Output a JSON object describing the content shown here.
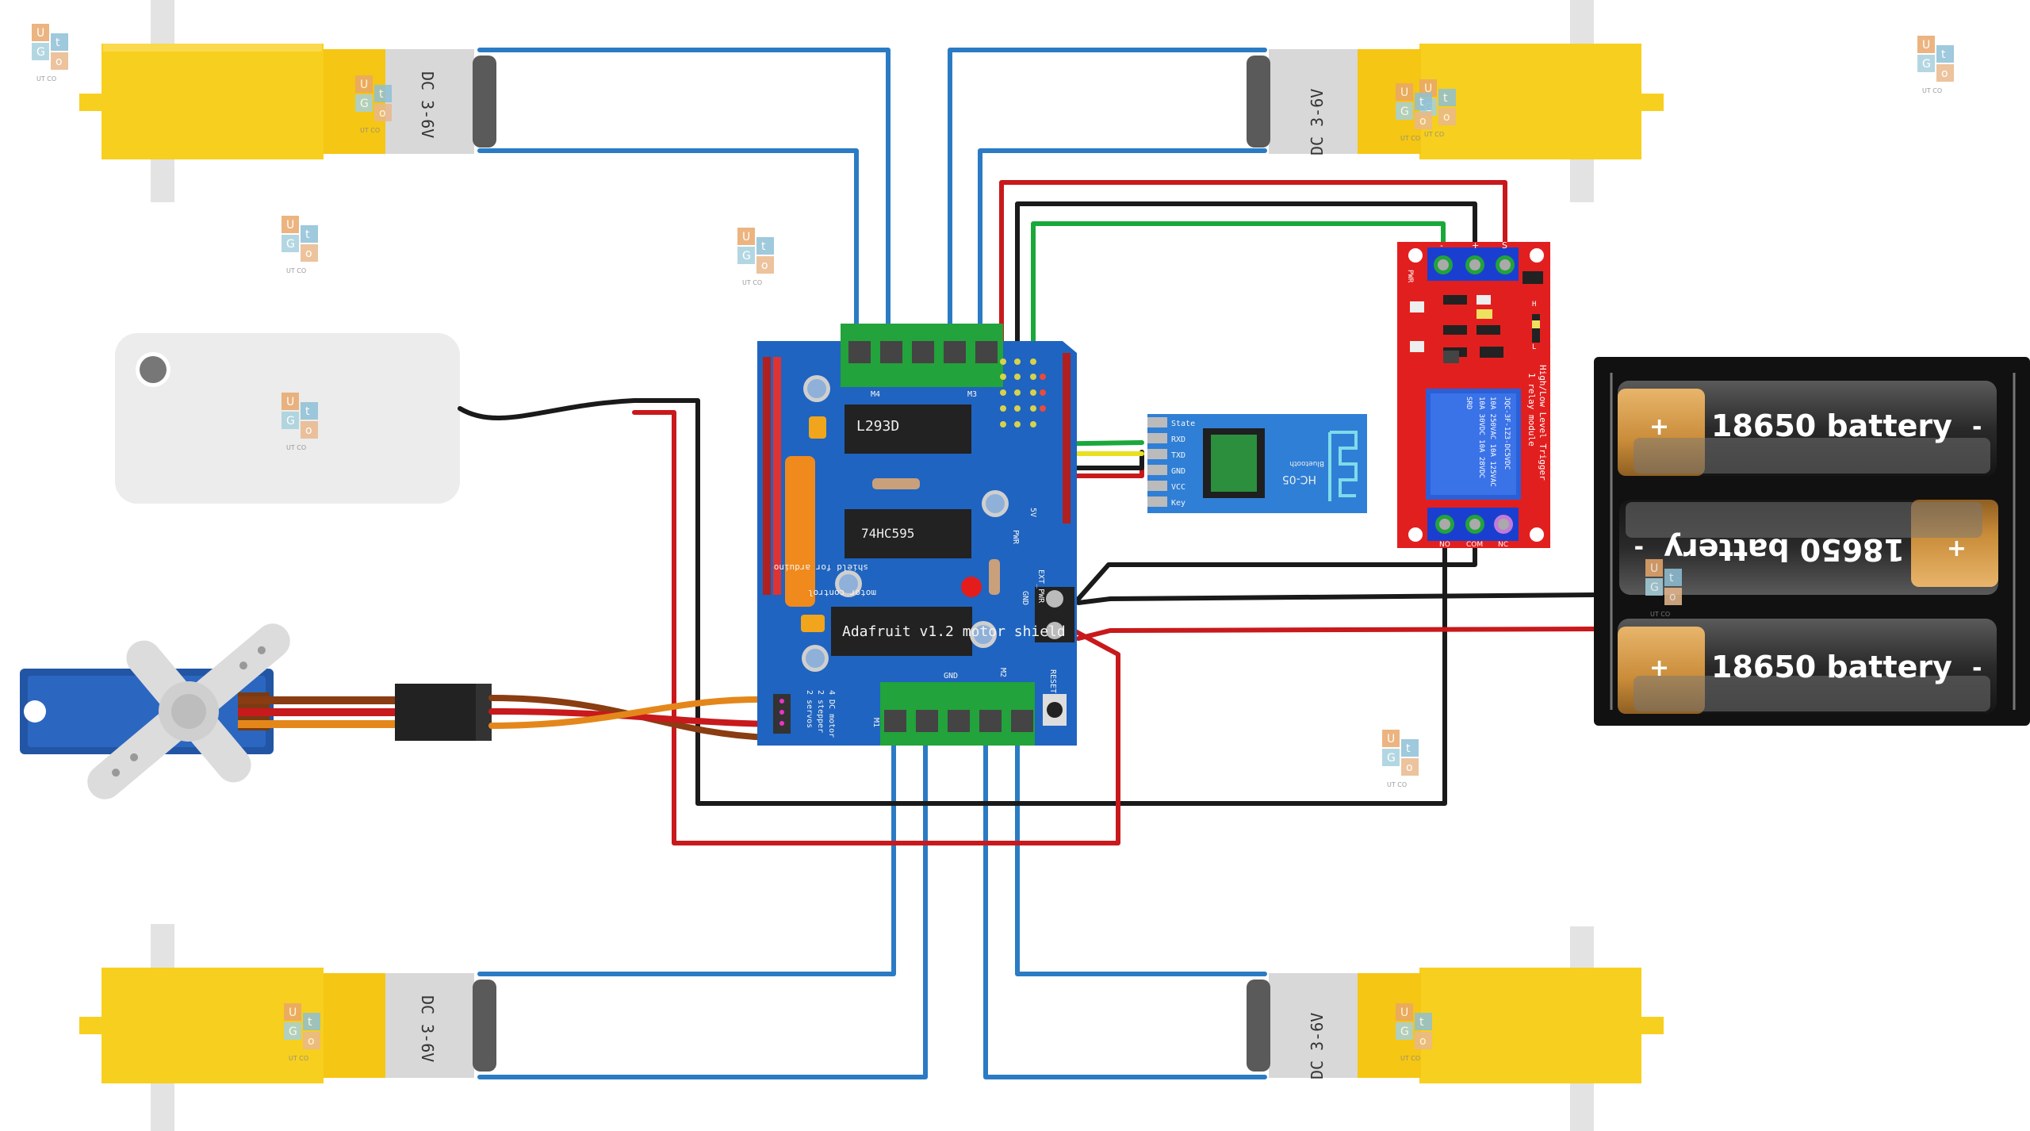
{
  "motors": {
    "label": "DC 3-6V"
  },
  "shield": {
    "title": "Adafruit v1.2 motor shield",
    "subtitle": "motor control",
    "subtitle2": "shield for arduino",
    "chip1": "L293D",
    "chip2": "74HC595",
    "servo_labels": [
      "2 servos",
      "2 stepper",
      "4 DC motor"
    ],
    "pin_labels": {
      "reset": "RESET",
      "ext_pwr": "EXT_PWR",
      "gnd": "GND",
      "m1": "M1",
      "m2": "M2",
      "m3": "M3",
      "m4": "M4",
      "pwr": "PWR",
      "v5": "5V",
      "gnd2": "GND"
    }
  },
  "bluetooth": {
    "module": "HC-05",
    "brand": "Bluetooth",
    "pins": [
      "State",
      "RXD",
      "TXD",
      "GND",
      "VCC",
      "Key"
    ]
  },
  "relay": {
    "title": "1 relay module",
    "subtitle": "High/Low Level Trigger",
    "relay_text": [
      "JQC-3F-1Z3-DC5VDC",
      "10A 250VAC 10A 125VAC",
      "10A 30VDC 10A 28VDC",
      "SRD"
    ],
    "pins_top": [
      "-",
      "+",
      "S"
    ],
    "pins_bottom": [
      "NO",
      "COM",
      "NC"
    ],
    "labels": [
      "PWR",
      "L",
      "H"
    ]
  },
  "battery": {
    "cells": [
      "18650 battery",
      "18650 battery",
      "18650 battery"
    ],
    "plus": "+",
    "minus": "-"
  },
  "watermark": {
    "letters": [
      "U",
      "t",
      "G",
      "o"
    ],
    "caption": "UT CO"
  },
  "colors": {
    "motor_yellow": "#f7cf1e",
    "wire_blue": "#2b7bc4",
    "wire_red": "#c8191c",
    "wire_black": "#1a1a1a",
    "wire_green": "#1aa83b",
    "wire_yellow": "#e8e020",
    "wire_orange": "#e4871b",
    "wire_brown": "#8a3c12",
    "shield_blue": "#1f64c0",
    "relay_red": "#e21f1f",
    "bt_blue": "#2f7fd6"
  }
}
